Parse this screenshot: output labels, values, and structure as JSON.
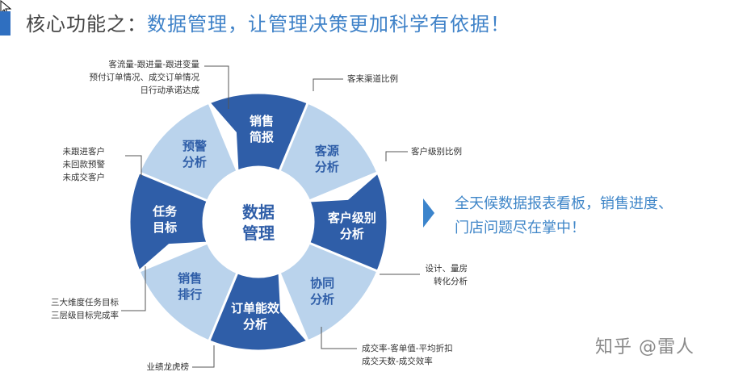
{
  "title": {
    "prefix": "核心功能之：",
    "main": "数据管理，让管理决策更加科学有依据！"
  },
  "center": {
    "line1": "数据",
    "line2": "管理"
  },
  "segments": [
    {
      "line1": "销售",
      "line2": "简报"
    },
    {
      "line1": "客源",
      "line2": "分析"
    },
    {
      "line1": "客户级别",
      "line2": "分析"
    },
    {
      "line1": "协同",
      "line2": "分析"
    },
    {
      "line1": "订单能效",
      "line2": "分析"
    },
    {
      "line1": "销售",
      "line2": "排行"
    },
    {
      "line1": "任务",
      "line2": "目标"
    },
    {
      "line1": "预警",
      "line2": "分析"
    }
  ],
  "annotations": {
    "sales_brief": [
      "客流量-跟进量-跟进变量",
      "预付订单情况、成交订单情况",
      "日行动承诺达成"
    ],
    "source": [
      "客来渠道比例"
    ],
    "level": [
      "客户级别比例"
    ],
    "collab": [
      "设计、量房",
      "转化分析"
    ],
    "order": [
      "成交率-客单值-平均折扣",
      "成交天数-成交效率"
    ],
    "ranking": [
      "业绩龙虎榜"
    ],
    "task": [
      "三大维度任务目标",
      "三层级目标完成率"
    ],
    "warning": [
      "未跟进客户",
      "未回款预警",
      "未成交客户"
    ]
  },
  "tagline": {
    "line1": "全天候数据报表看板，销售进度、",
    "line2": "门店问题尽在掌中！"
  },
  "watermark": "知乎 @雷人",
  "colors": {
    "dark": "#2f5ea8",
    "light": "#bad3ec",
    "accent": "#3b84cc"
  }
}
